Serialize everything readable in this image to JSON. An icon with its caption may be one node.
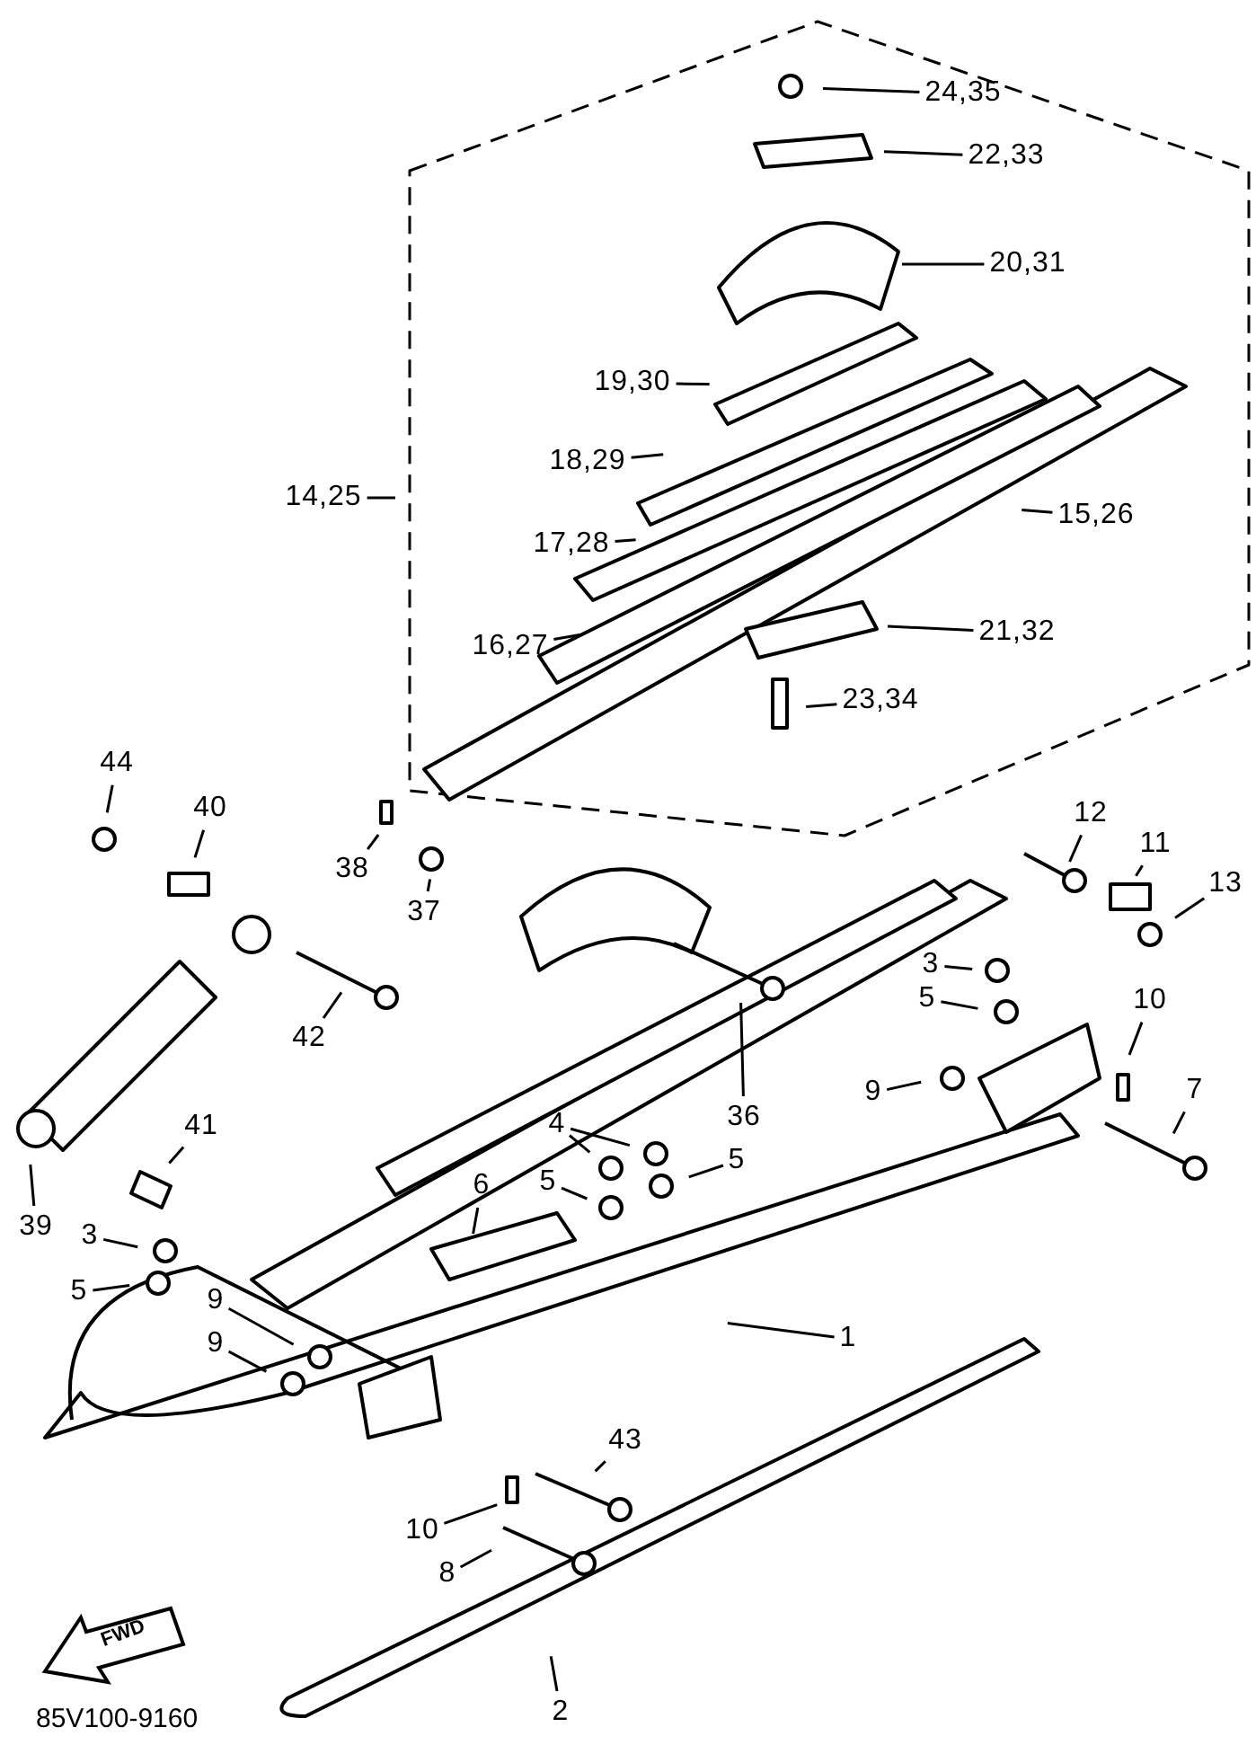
{
  "diagram": {
    "nodes": [
      {
        "text": [
          "24,35"
        ]
      },
      {
        "text": [
          "22,33"
        ]
      },
      {
        "text": [
          "20,31"
        ]
      },
      {
        "text": [
          "19,30"
        ]
      },
      {
        "text": [
          "18,29"
        ]
      },
      {
        "text": [
          "14,25"
        ]
      },
      {
        "text": [
          "15,26"
        ]
      },
      {
        "text": [
          "17,28"
        ]
      },
      {
        "text": [
          "16,27"
        ]
      },
      {
        "text": [
          "21,32"
        ]
      },
      {
        "text": [
          "23,34"
        ]
      },
      {
        "text": [
          "44"
        ]
      },
      {
        "text": [
          "40"
        ]
      },
      {
        "text": [
          "38"
        ]
      },
      {
        "text": [
          "37"
        ]
      },
      {
        "text": [
          "12"
        ]
      },
      {
        "text": [
          "11"
        ]
      },
      {
        "text": [
          "13"
        ]
      },
      {
        "text": [
          "42"
        ]
      },
      {
        "text": [
          "36"
        ]
      },
      {
        "text": [
          "3"
        ]
      },
      {
        "text": [
          "5"
        ]
      },
      {
        "text": [
          "9"
        ]
      },
      {
        "text": [
          "10"
        ]
      },
      {
        "text": [
          "7"
        ]
      },
      {
        "text": [
          "4"
        ]
      },
      {
        "text": [
          "5"
        ]
      },
      {
        "text": [
          "5"
        ]
      },
      {
        "text": [
          "6"
        ]
      },
      {
        "text": [
          "41"
        ]
      },
      {
        "text": [
          "39"
        ]
      },
      {
        "text": [
          "3"
        ]
      },
      {
        "text": [
          "5"
        ]
      },
      {
        "text": [
          "9"
        ]
      },
      {
        "text": [
          "9"
        ]
      },
      {
        "text": [
          "1"
        ]
      },
      {
        "text": [
          "43"
        ]
      },
      {
        "text": [
          "10"
        ]
      },
      {
        "text": [
          "8"
        ]
      },
      {
        "text": [
          "2"
        ]
      }
    ],
    "edges": [
      {
        "from": 0,
        "to": null,
        "arrow": "none"
      },
      {
        "from": 1,
        "to": null,
        "arrow": "none"
      },
      {
        "from": 2,
        "to": null,
        "arrow": "none"
      },
      {
        "from": 3,
        "to": null,
        "arrow": "none"
      },
      {
        "from": 4,
        "to": null,
        "arrow": "none"
      },
      {
        "from": 5,
        "to": null,
        "arrow": "none"
      },
      {
        "from": 6,
        "to": null,
        "arrow": "none"
      },
      {
        "from": 7,
        "to": null,
        "arrow": "none"
      },
      {
        "from": 8,
        "to": null,
        "arrow": "none"
      },
      {
        "from": 9,
        "to": null,
        "arrow": "none"
      },
      {
        "from": 10,
        "to": null,
        "arrow": "none"
      },
      {
        "from": 11,
        "to": null,
        "arrow": "none"
      },
      {
        "from": 12,
        "to": null,
        "arrow": "none"
      },
      {
        "from": 13,
        "to": null,
        "arrow": "none"
      },
      {
        "from": 14,
        "to": null,
        "arrow": "none"
      },
      {
        "from": 15,
        "to": null,
        "arrow": "none"
      },
      {
        "from": 16,
        "to": null,
        "arrow": "none"
      },
      {
        "from": 17,
        "to": null,
        "arrow": "none"
      },
      {
        "from": 18,
        "to": null,
        "arrow": "none"
      },
      {
        "from": 19,
        "to": null,
        "arrow": "none"
      },
      {
        "from": 20,
        "to": null,
        "arrow": "none"
      },
      {
        "from": 21,
        "to": null,
        "arrow": "none"
      },
      {
        "from": 22,
        "to": null,
        "arrow": "none"
      },
      {
        "from": 23,
        "to": null,
        "arrow": "none"
      },
      {
        "from": 24,
        "to": null,
        "arrow": "none"
      },
      {
        "from": 25,
        "to": null,
        "arrow": "none"
      },
      {
        "from": 25,
        "to": null,
        "arrow": "none"
      },
      {
        "from": 26,
        "to": null,
        "arrow": "none"
      },
      {
        "from": 27,
        "to": null,
        "arrow": "none"
      },
      {
        "from": 28,
        "to": null,
        "arrow": "none"
      },
      {
        "from": 29,
        "to": null,
        "arrow": "none"
      },
      {
        "from": 30,
        "to": null,
        "arrow": "none"
      },
      {
        "from": 31,
        "to": null,
        "arrow": "none"
      },
      {
        "from": 32,
        "to": null,
        "arrow": "none"
      },
      {
        "from": 33,
        "to": null,
        "arrow": "none"
      },
      {
        "from": 34,
        "to": null,
        "arrow": "none"
      },
      {
        "from": 35,
        "to": null,
        "arrow": "none"
      },
      {
        "from": 36,
        "to": null,
        "arrow": "none"
      },
      {
        "from": 37,
        "to": null,
        "arrow": "none"
      },
      {
        "from": 38,
        "to": null,
        "arrow": "none"
      },
      {
        "from": 39,
        "to": null,
        "arrow": "none"
      }
    ],
    "labels": [
      "FWD",
      "85V100-9160"
    ]
  }
}
